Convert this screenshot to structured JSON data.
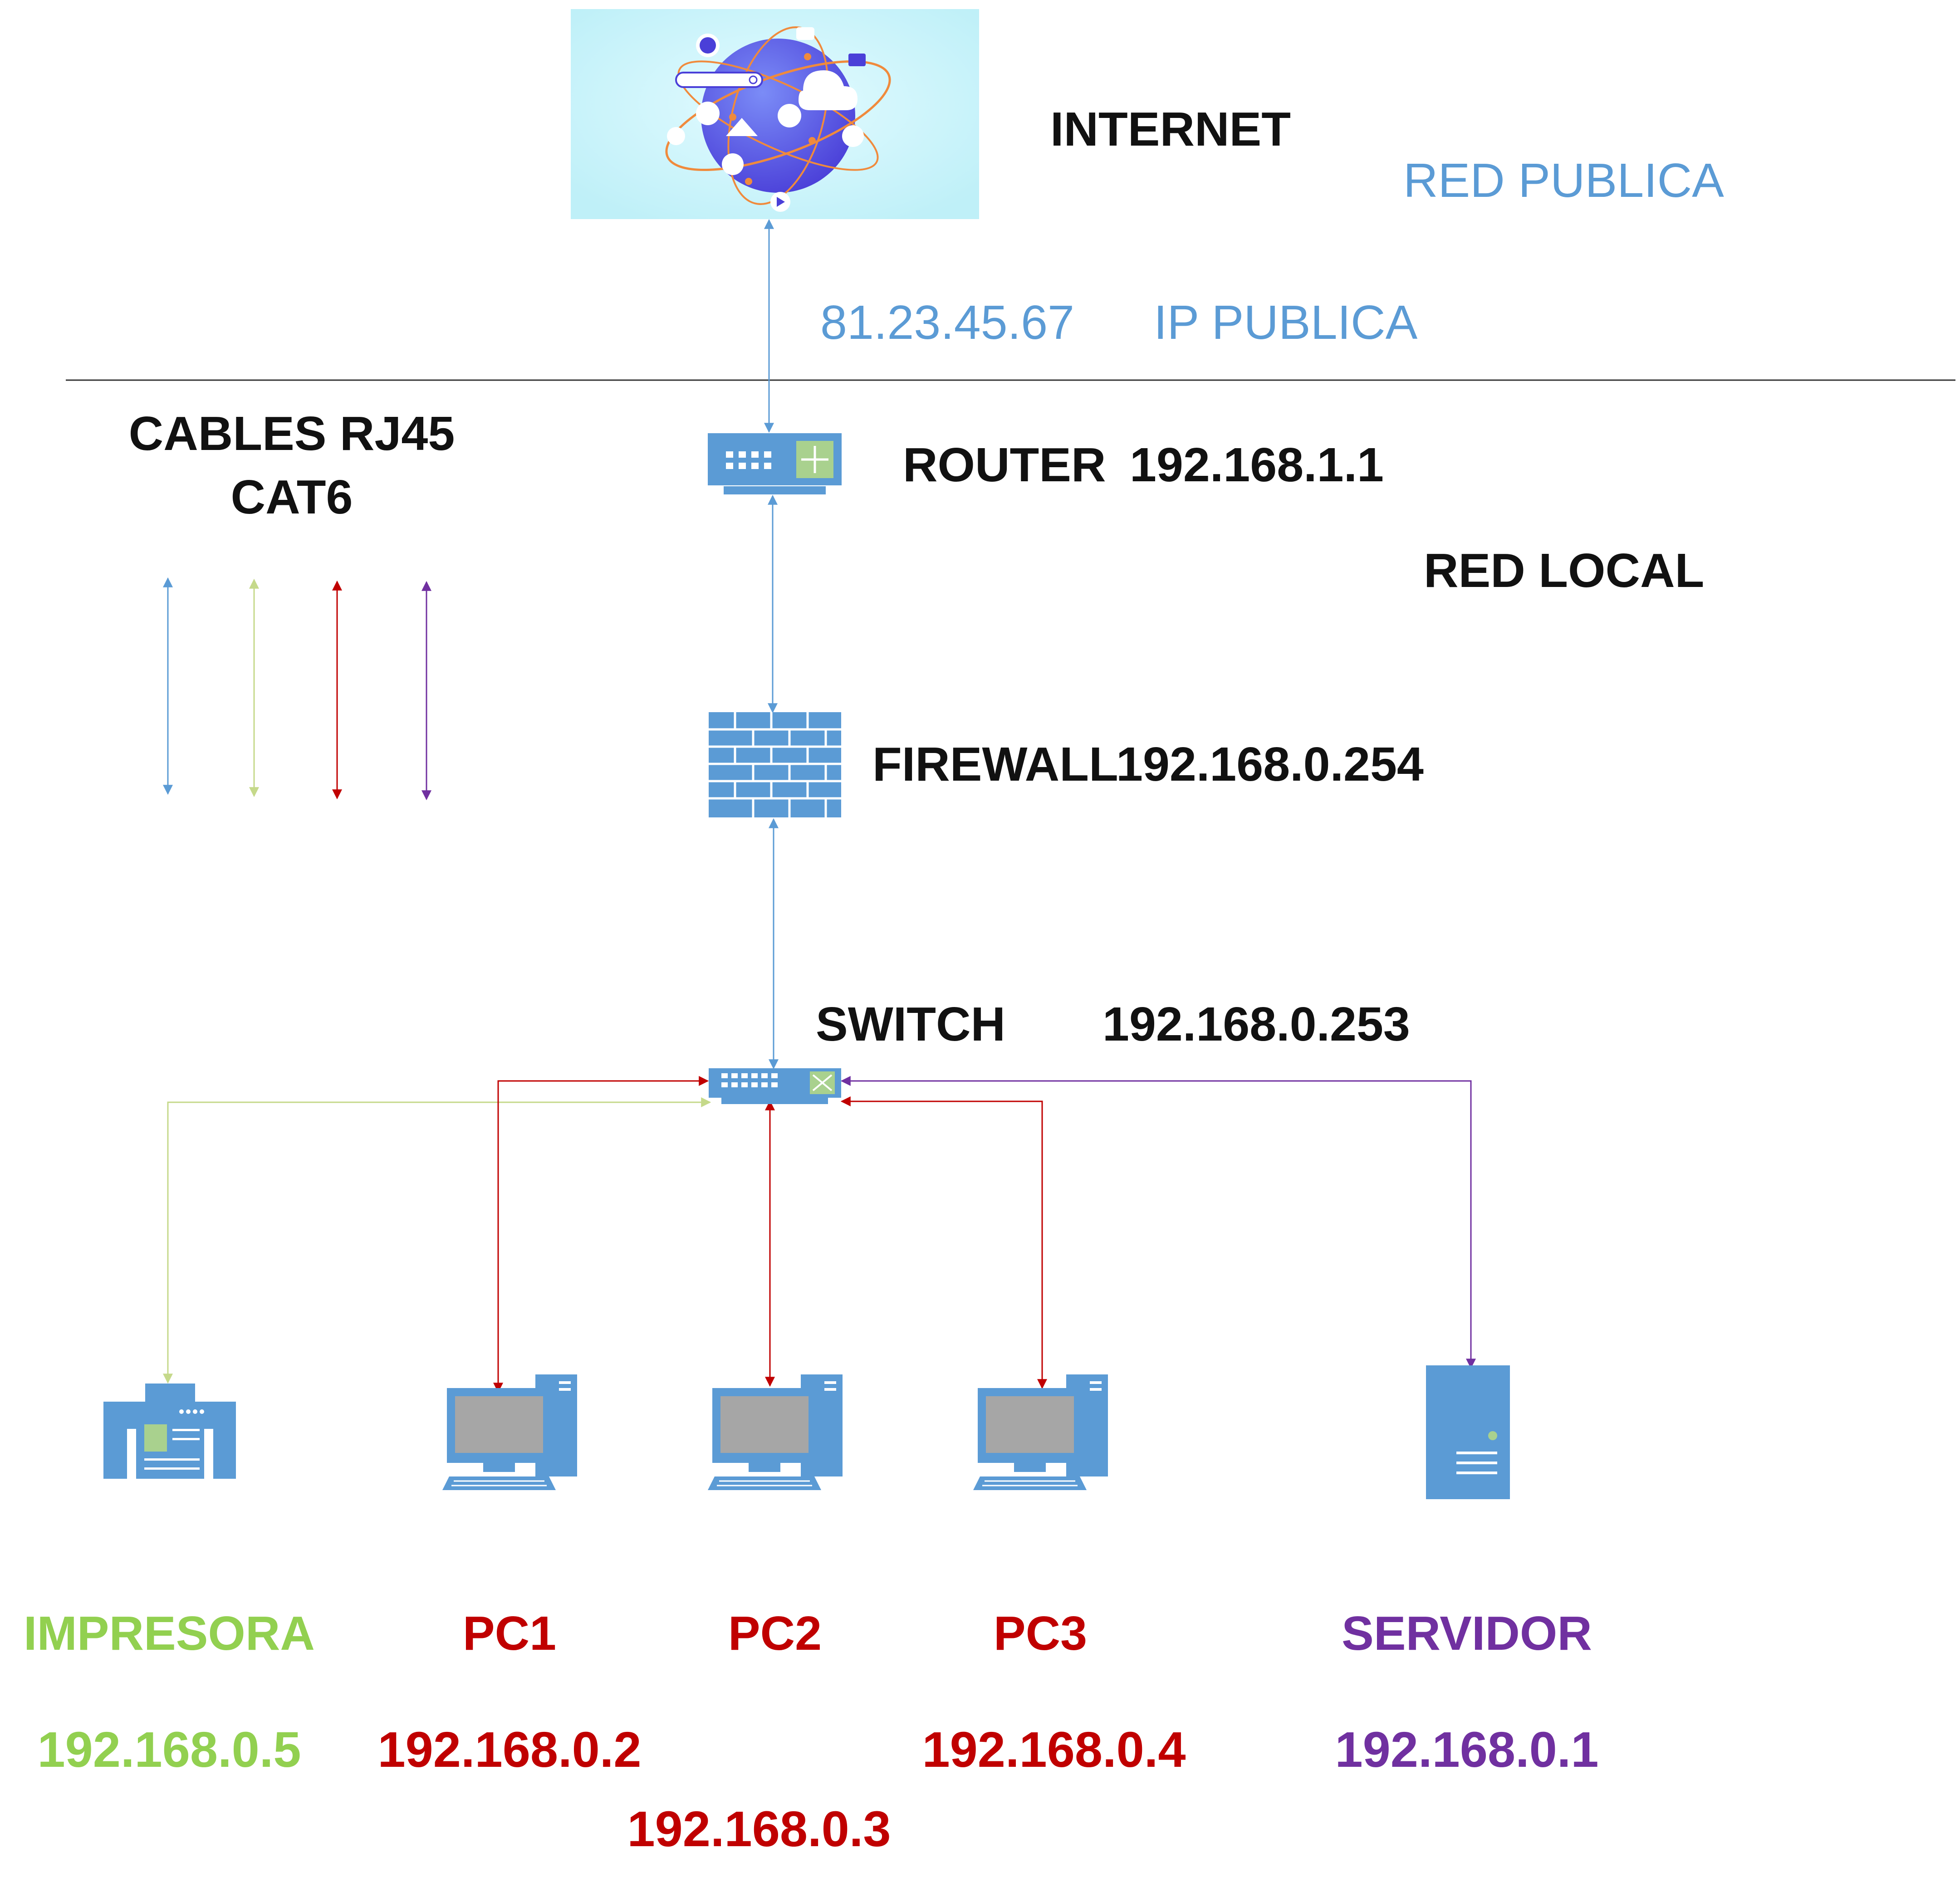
{
  "colors": {
    "link_blue": "#5b9bd5",
    "cable_green": "#c5d98a",
    "cable_red": "#c00000",
    "cable_purple": "#7030a0",
    "device_blue": "#5b9bd5",
    "text_green": "#92d050",
    "text_red": "#c00000",
    "text_purple": "#7030a0"
  },
  "internet": {
    "label": "INTERNET",
    "zone": "RED PUBLICA",
    "public_ip": "81.23.45.67",
    "public_ip_label": "IP PUBLICA"
  },
  "local": {
    "zone": "RED LOCAL"
  },
  "legend": {
    "line1": "CABLES RJ45",
    "line2": "CAT6"
  },
  "router": {
    "label": "ROUTER",
    "ip": "192.168.1.1"
  },
  "firewall": {
    "label": "FIREWALL",
    "ip": "192.168.0.254"
  },
  "switch": {
    "label": "SWITCH",
    "ip": "192.168.0.253"
  },
  "devices": [
    {
      "name": "IMPRESORA",
      "ip": "192.168.0.5",
      "icon": "printer-icon"
    },
    {
      "name": "PC1",
      "ip": "192.168.0.2",
      "icon": "desktop-pc-icon"
    },
    {
      "name": "PC2",
      "ip": "192.168.0.3",
      "icon": "desktop-pc-icon"
    },
    {
      "name": "PC3",
      "ip": "192.168.0.4",
      "icon": "desktop-pc-icon"
    },
    {
      "name": "SERVIDOR",
      "ip": "192.168.0.1",
      "icon": "server-icon"
    }
  ]
}
